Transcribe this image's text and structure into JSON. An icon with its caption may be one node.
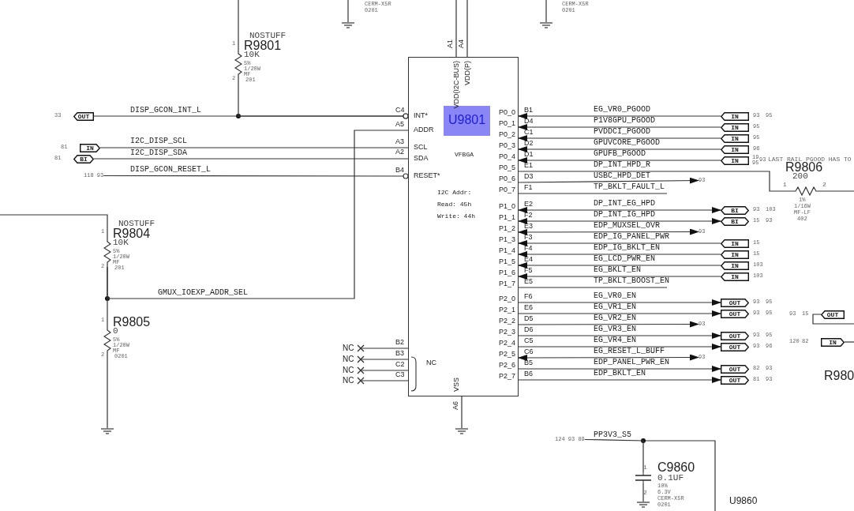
{
  "diagram": {
    "nodes": [
      {
        "text": [
          "U9801",
          "VFBGA",
          "INT*",
          "ADDR",
          "SCL",
          "SDA",
          "RESET*",
          "VDD(I2C-BUS)",
          "VDD(P)",
          "I2C Addr:",
          "Read: 45h",
          "Write: 44h",
          "P0_0",
          "P0_1",
          "P0_2",
          "P0_3",
          "P0_4",
          "P0_5",
          "P0_6",
          "P0_7",
          "P1_0",
          "P1_1",
          "P1_2",
          "P1_3",
          "P1_4",
          "P1_5",
          "P1_6",
          "P1_7",
          "P2_0",
          "P2_1",
          "P2_2",
          "P2_3",
          "P2_4",
          "P2_5",
          "P2_6",
          "P2_7",
          "NC",
          "VSS"
        ],
        "beside": [
          "A1",
          "A4",
          "C4",
          "A5",
          "A3",
          "A2",
          "B4",
          "B2",
          "B3",
          "C2",
          "C3",
          "B1",
          "D4",
          "C1",
          "D2",
          "D1",
          "E1",
          "D3",
          "F1",
          "E2",
          "F2",
          "E3",
          "F3",
          "F4",
          "E4",
          "F5",
          "E5",
          "F6",
          "E6",
          "D5",
          "D6",
          "C5",
          "C6",
          "B5",
          "B6",
          "A6"
        ]
      },
      {
        "text": [
          "OUT"
        ],
        "beside": [
          "33"
        ]
      },
      {
        "text": [
          "IN"
        ],
        "beside": [
          "81"
        ]
      },
      {
        "text": [
          "BI"
        ],
        "beside": [
          "81"
        ]
      },
      {
        "text": [],
        "shape": "resistor",
        "beside": [
          "NOSTUFF",
          "R9801",
          "10K",
          "5%",
          "1/20W",
          "MF",
          "201",
          "1",
          "2"
        ]
      },
      {
        "text": [],
        "shape": "resistor",
        "beside": [
          "NOSTUFF",
          "R9804",
          "10K",
          "5%",
          "1/20W",
          "MF",
          "201",
          "1",
          "2"
        ]
      },
      {
        "text": [],
        "shape": "resistor",
        "beside": [
          "R9805",
          "0",
          "5%",
          "1/20W",
          "MF",
          "0201",
          "1",
          "2"
        ]
      },
      {
        "text": [
          "IN"
        ],
        "beside": [
          "93",
          "95"
        ]
      },
      {
        "text": [
          "IN"
        ],
        "beside": [
          "95"
        ]
      },
      {
        "text": [
          "IN"
        ],
        "beside": [
          "95"
        ]
      },
      {
        "text": [
          "IN"
        ],
        "beside": [
          "96"
        ]
      },
      {
        "text": [
          "IN"
        ],
        "beside": [
          "19",
          "95",
          "93"
        ]
      },
      {
        "text": [],
        "shape": "resistor",
        "beside": [
          "R9806",
          "200",
          "1%",
          "1/16W",
          "MF-LF",
          "402",
          "1",
          "2"
        ]
      },
      {
        "text": [
          "BI"
        ],
        "beside": [
          "93",
          "103"
        ]
      },
      {
        "text": [
          "BI"
        ],
        "beside": [
          "15",
          "93"
        ]
      },
      {
        "text": [
          "IN"
        ],
        "beside": [
          "15"
        ]
      },
      {
        "text": [
          "IN"
        ],
        "beside": [
          "15"
        ]
      },
      {
        "text": [
          "IN"
        ],
        "beside": [
          "103"
        ]
      },
      {
        "text": [
          "IN"
        ],
        "beside": [
          "103"
        ]
      },
      {
        "text": [
          "OUT"
        ],
        "beside": [
          "93",
          "95"
        ]
      },
      {
        "text": [
          "OUT"
        ],
        "beside": [
          "93",
          "95"
        ]
      },
      {
        "text": [
          "OUT"
        ],
        "beside": [
          "93",
          "95"
        ]
      },
      {
        "text": [
          "OUT"
        ],
        "beside": [
          "93",
          "96"
        ]
      },
      {
        "text": [
          "OUT"
        ],
        "beside": [
          "82",
          "93"
        ]
      },
      {
        "text": [
          "OUT"
        ],
        "beside": [
          "81",
          "93"
        ]
      },
      {
        "text": [
          "OUT"
        ],
        "beside": [
          "93",
          "15"
        ]
      },
      {
        "text": [
          "IN"
        ],
        "beside": [
          "120",
          "82"
        ]
      },
      {
        "text": [],
        "shape": "capacitor",
        "beside": [
          "C9860",
          "0.1UF",
          "10%",
          "6.3V",
          "CERM-X5R",
          "0201",
          "1",
          "2"
        ]
      },
      {
        "text": [
          "118 93"
        ]
      },
      {
        "text": [
          "93"
        ]
      },
      {
        "text": [
          "93"
        ]
      },
      {
        "text": [
          "93"
        ]
      },
      {
        "text": [
          "93"
        ]
      },
      {
        "text": [
          "124 93 89"
        ]
      }
    ],
    "edges": [
      {
        "from": 0,
        "to": 1,
        "arrow": "other",
        "label": "DISP_GCON_INT_L"
      },
      {
        "from": 4,
        "to": 0,
        "arrow": "other"
      },
      {
        "from": 2,
        "to": 0,
        "arrow": "none",
        "label": "I2C_DISP_SCL"
      },
      {
        "from": 3,
        "to": 0,
        "arrow": "none",
        "label": "I2C_DISP_SDA"
      },
      {
        "from": 28,
        "to": 0,
        "arrow": "other",
        "label": "DISP_GCON_RESET_L"
      },
      {
        "from": 5,
        "to": 0,
        "arrow": "none",
        "label": "GMUX_IOEXP_ADDR_SEL"
      },
      {
        "from": 6,
        "to": 5,
        "arrow": "none"
      },
      {
        "from": 7,
        "to": 0,
        "arrow": "to",
        "label": "EG_VR0_PGOOD"
      },
      {
        "from": 8,
        "to": 0,
        "arrow": "to",
        "label": "P1V8GPU_PGOOD"
      },
      {
        "from": 9,
        "to": 0,
        "arrow": "to",
        "label": "PVDDCI_PGOOD"
      },
      {
        "from": 10,
        "to": 0,
        "arrow": "to",
        "label": "GPUVCORE_PGOOD"
      },
      {
        "from": 11,
        "to": 0,
        "arrow": "to",
        "label": "GPUFB_PGOOD"
      },
      {
        "from": 0,
        "to": 12,
        "arrow": "none",
        "label": "DP_INT_HPD_R"
      },
      {
        "from": 0,
        "to": 29,
        "arrow": "to",
        "label": "USBC_HPD_DET"
      },
      {
        "from": 0,
        "to": null,
        "arrow": "none",
        "label": "TP_BKLT_FAULT_L"
      },
      {
        "from": 13,
        "to": 0,
        "arrow": "both",
        "label": "DP_INT_EG_HPD"
      },
      {
        "from": 14,
        "to": 0,
        "arrow": "both",
        "label": "DP_INT_IG_HPD"
      },
      {
        "from": 0,
        "to": 30,
        "arrow": "both",
        "label": "EDP_MUXSEL_OVR"
      },
      {
        "from": 15,
        "to": 0,
        "arrow": "to",
        "label": "EDP_IG_PANEL_PWR"
      },
      {
        "from": 16,
        "to": 0,
        "arrow": "to",
        "label": "EDP_IG_BKLT_EN"
      },
      {
        "from": 17,
        "to": 0,
        "arrow": "to",
        "label": "EG_LCD_PWR_EN"
      },
      {
        "from": 18,
        "to": 0,
        "arrow": "to",
        "label": "EG_BKLT_EN"
      },
      {
        "from": 0,
        "to": null,
        "arrow": "none",
        "label": "TP_BKLT_BOOST_EN"
      },
      {
        "from": 0,
        "to": 19,
        "arrow": "to",
        "label": "EG_VR0_EN"
      },
      {
        "from": 0,
        "to": 20,
        "arrow": "to",
        "label": "EG_VR1_EN"
      },
      {
        "from": 0,
        "to": 31,
        "arrow": "to",
        "label": "EG_VR2_EN"
      },
      {
        "from": 0,
        "to": 21,
        "arrow": "to",
        "label": "EG_VR3_EN"
      },
      {
        "from": 0,
        "to": 22,
        "arrow": "to",
        "label": "EG_VR4_EN"
      },
      {
        "from": 0,
        "to": 32,
        "arrow": "both",
        "label": "EG_RESET_L_BUFF"
      },
      {
        "from": 0,
        "to": 23,
        "arrow": "to",
        "label": "EDP_PANEL_PWR_EN"
      },
      {
        "from": 0,
        "to": 24,
        "arrow": "to",
        "label": "EDP_BKLT_EN"
      },
      {
        "from": 25,
        "to": null,
        "arrow": "none"
      },
      {
        "from": 26,
        "to": null,
        "arrow": "none"
      },
      {
        "from": 33,
        "to": 27,
        "arrow": "none",
        "label": "PP3V3_S5"
      }
    ],
    "labels": [
      "CERM-X5R",
      "0201",
      "CERM-X5R",
      "0201",
      "LAST RAIL PGOOD HAS TO",
      "NC",
      "NC",
      "NC",
      "NC",
      "R980",
      "U9860"
    ]
  }
}
